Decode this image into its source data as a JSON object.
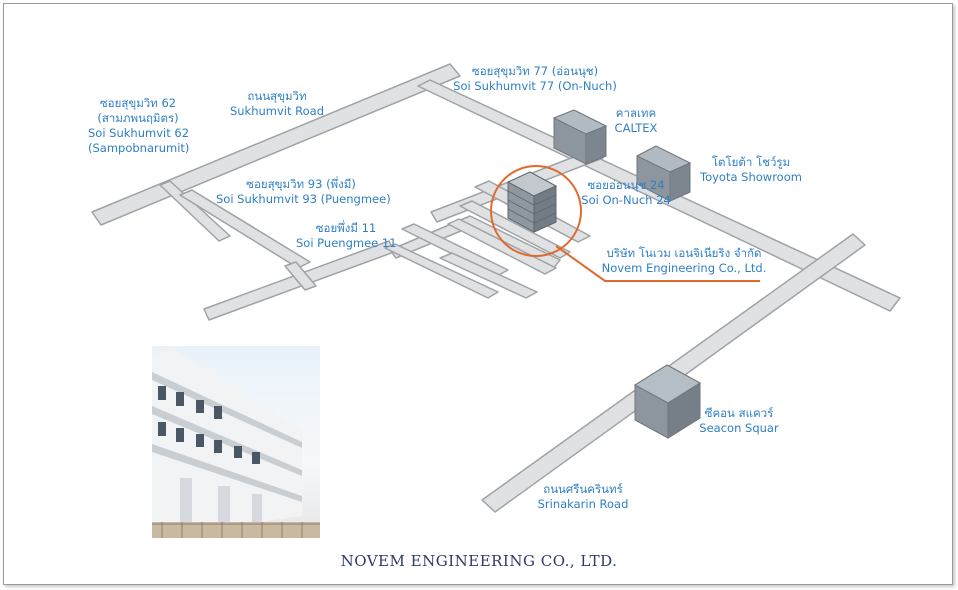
{
  "labels": {
    "soi62": [
      "ซอยสุขุมวิท 62",
      "(สามภพนฤมิตร)",
      "Soi Sukhumvit 62",
      "(Sampobnarumit)"
    ],
    "sukhumvit": [
      "ถนนสุขุมวิท",
      "Sukhumvit Road"
    ],
    "soi77": [
      "ซอยสุขุมวิท 77 (อ่อนนุช)",
      "Soi Sukhumvit 77 (On-Nuch)"
    ],
    "caltex": [
      "คาลเทค",
      "CALTEX"
    ],
    "toyota": [
      "โตโยต้า โชว์รูม",
      "Toyota Showroom"
    ],
    "soi93": [
      "ซอยสุขุมวิท 93 (พึ่งมี)",
      "Soi Sukhumvit 93 (Puengmee)"
    ],
    "onnuch24": [
      "ซอยอ่อนนุช 24",
      "Soi On-Nuch 24"
    ],
    "puengmee11": [
      "ซอยพึ่งมี 11",
      "Soi Puengmee 11"
    ],
    "novem": [
      "บริษัท โนเวม เอนจิเนียริง จำกัด",
      "Novem Engineering Co., Ltd."
    ],
    "seacon": [
      "ซีคอน สแควร์",
      "Seacon Squar"
    ],
    "srinakarin": [
      "ถนนศรีนครินทร์",
      "Srinakarin Road"
    ]
  },
  "company_title": "NOVEM ENGINEERING CO., LTD.",
  "colors": {
    "road": "#dfe1e3",
    "road_edge": "#9ea3a8",
    "label": "#2f7fc6",
    "highlight": "#e06a2c",
    "building": "#9aa3aa"
  }
}
